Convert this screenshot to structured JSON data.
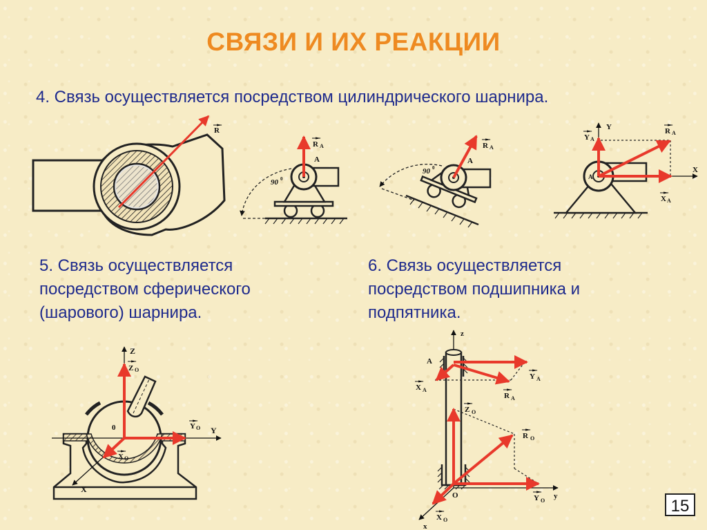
{
  "title": "СВЯЗИ И ИХ РЕАКЦИИ",
  "item4": "4. Связь осуществляется посредством цилиндрического шарнира.",
  "item5": "5. Связь осуществляется посредством сферического (шарового) шарнира.",
  "item6": "6. Связь осуществляется посредством подшипника и подпятника.",
  "page_number": "15",
  "labels": {
    "R": "R",
    "R_A": "R",
    "sub_A": "A",
    "A": "A",
    "angle": "90",
    "deg": "0",
    "X": "X",
    "Y": "Y",
    "Z": "Z",
    "X_A": "X",
    "Y_A": "Y",
    "Z_O": "Z",
    "X_O": "X",
    "Y_O": "Y",
    "sub_O": "O",
    "zero": "0",
    "O": "O",
    "x": "x",
    "y": "y",
    "z": "z",
    "R_O": "R"
  },
  "colors": {
    "arrow": "#e8392b",
    "title": "#ee8a21",
    "text": "#1e2a8c"
  }
}
